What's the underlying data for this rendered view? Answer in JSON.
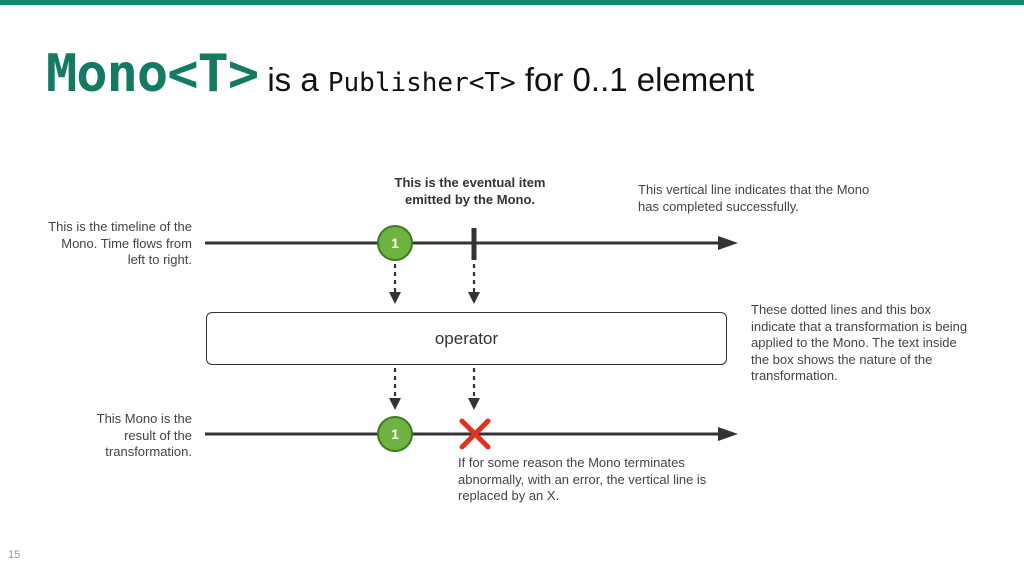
{
  "title": {
    "type_name": "Mono<T>",
    "mid_text": " is a ",
    "publisher": "Publisher<T>",
    "end_text": " for 0..1 element"
  },
  "notes": {
    "timeline_line1": "This is the timeline of the",
    "timeline_line2": "Mono. Time flows from",
    "timeline_line3": "left to right.",
    "item_line1": "This is the eventual item",
    "item_line2": "emitted by the Mono.",
    "complete_line1": "This vertical line indicates that the Mono",
    "complete_line2": "has completed successfully.",
    "dotted_line1": "These dotted lines and this box",
    "dotted_line2": "indicate that a transformation is being",
    "dotted_line3": "applied to the Mono. The text inside",
    "dotted_line4": "the box shows the nature of the",
    "dotted_line5": "transformation.",
    "result_line1": "This Mono is the",
    "result_line2": "result of the",
    "result_line3": "transformation.",
    "error_line1": "If for some reason the Mono terminates",
    "error_line2": "abnormally, with an error, the vertical line is",
    "error_line3": "replaced by an X."
  },
  "operator_label": "operator",
  "item_top_label": "1",
  "item_bottom_label": "1",
  "page_number": "15",
  "colors": {
    "accent": "#0f8a6f",
    "title_mono": "#147a64",
    "item_fill": "#6db33f",
    "error_x": "#e0321c",
    "line": "#333333"
  },
  "icons": {
    "error": "x-mark-icon",
    "arrow": "arrow-head-icon"
  }
}
